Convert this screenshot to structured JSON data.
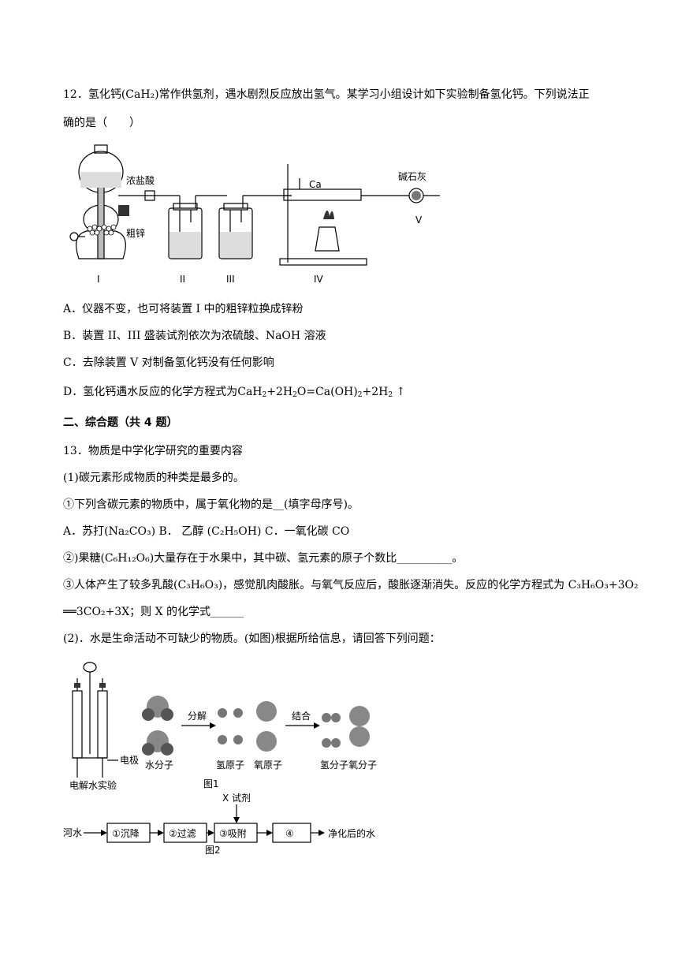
{
  "q12": {
    "line1": "12．氢化钙(CaH₂)常作供氢剂，遇水剧烈反应放出氢气。某学习小组设计如下实验制备氢化钙。下列说法正",
    "line2": "确的是（　　）",
    "figure": {
      "label_hcl": "浓盐酸",
      "label_zn": "粗锌",
      "label_ca": "Ca",
      "label_sodalime": "碱石灰",
      "label_I": "I",
      "label_II": "II",
      "label_III": "III",
      "label_IV": "IV",
      "label_V": "V"
    },
    "optA": "A．仪器不变，也可将装置 I 中的粗锌粒换成锌粉",
    "optB": "B．装置 II、III 盛装试剂依次为浓硫酸、NaOH 溶液",
    "optC": "C．去除装置 V 对制备氢化钙没有任何影响",
    "optD_prefix": "D．氢化钙遇水反应的化学方程式为"
  },
  "section2": "二、综合题（共 4 题）",
  "q13": {
    "title": "13．物质是中学化学研究的重要内容",
    "p1": "(1)碳元素形成物质的种类是最多的。",
    "p1a": "①下列含碳元素的物质中，属于氧化物的是__(填字母序号)。",
    "p1a_opts": "A．苏打(Na₂CO₃) B． 乙醇 (C₂H₅OH) C．一氧化碳 CO",
    "p1b": "②)果糖(C₆H₁₂O₆)大量存在于水果中，其中碳、氢元素的原子个数比__________。",
    "p1c_1": "③人体产生了较多乳酸(C₃H₆O₃)，感觉肌肉酸胀。与氧气反应后，酸胀逐渐消失。反应的化学方程式为 C₃H₆O₃+3O₂",
    "p1c_2": "══3CO₂+3X；则 X 的化学式______",
    "p2": "(2)．水是生命活动不可缺少的物质。(如图)根据所给信息，请回答下列问题：",
    "fig1": {
      "electrode": "电极",
      "experiment": "电解水实验",
      "water_molecule": "水分子",
      "decompose": "分解",
      "h_atom": "氢原子",
      "o_atom": "氧原子",
      "combine": "结合",
      "h2_molecule": "氢分子",
      "o2_molecule": "氧分子",
      "caption": "图1"
    },
    "fig2": {
      "reagent": "X 试剂",
      "river": "河水",
      "step1": "①沉降",
      "step2": "②过滤",
      "step3": "③吸附",
      "step4": "④",
      "result": "净化后的水",
      "caption": "图2"
    }
  }
}
